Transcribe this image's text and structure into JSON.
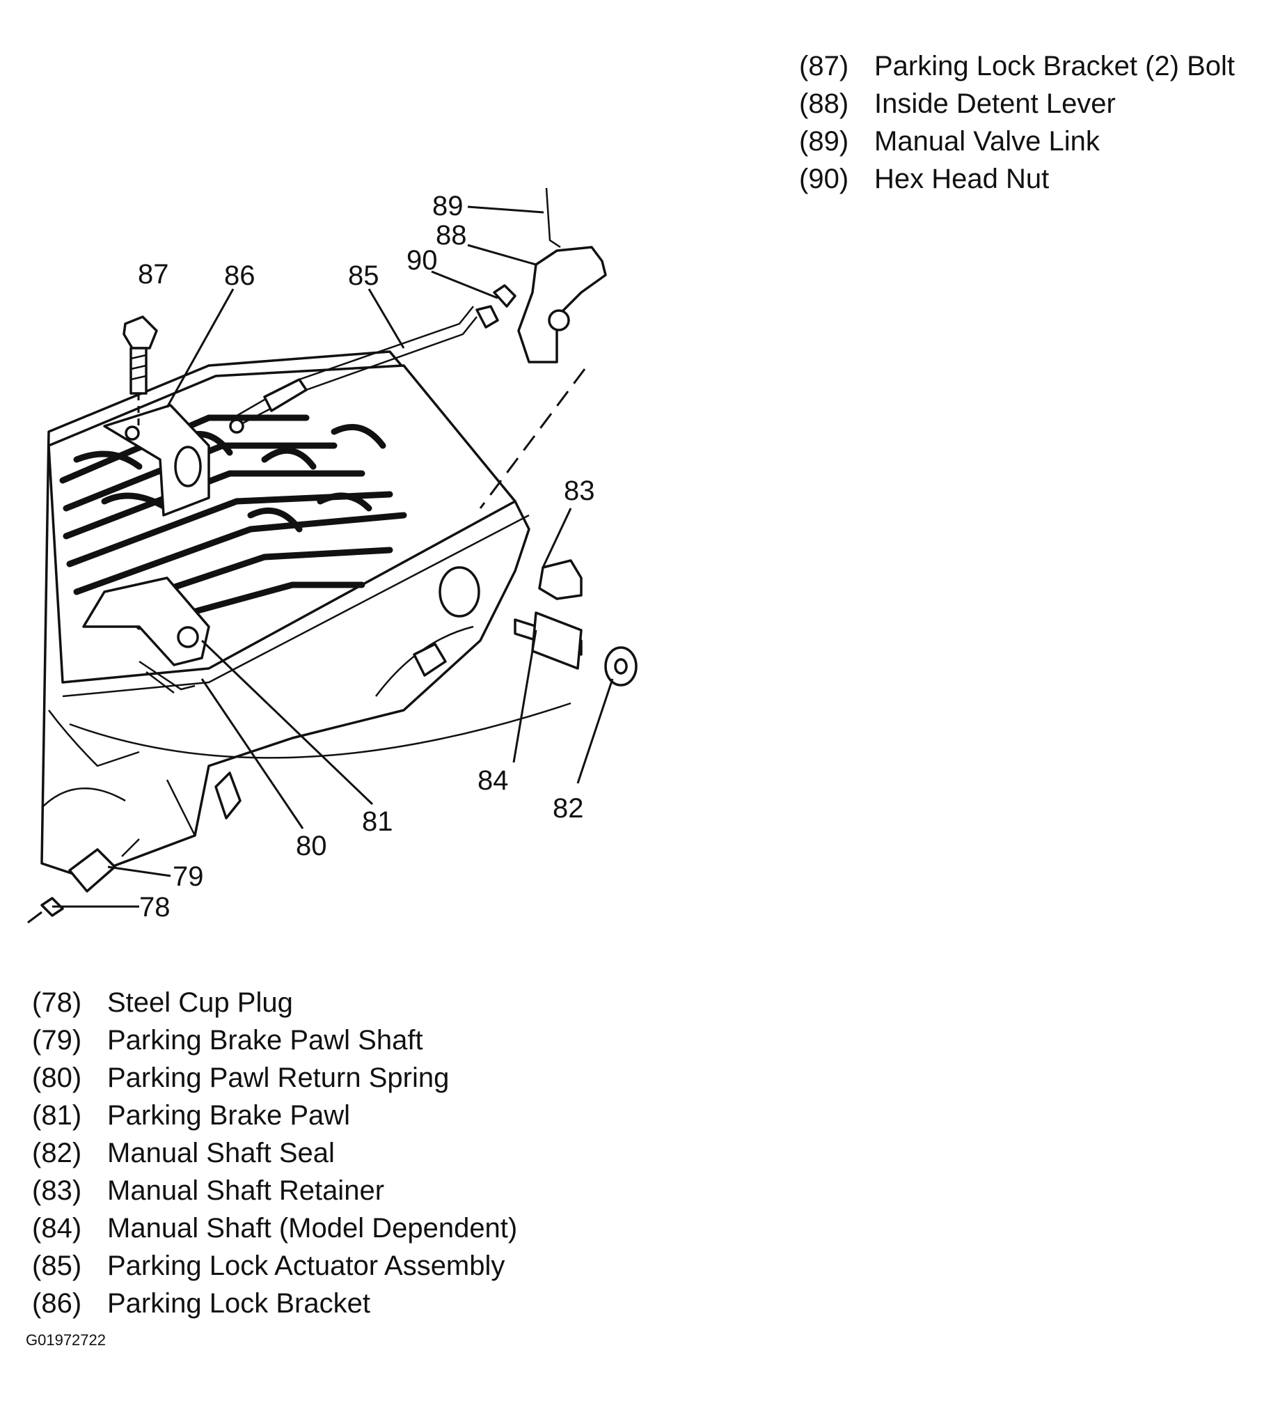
{
  "figure_id": "G01972722",
  "callouts": [
    "89",
    "88",
    "90",
    "87",
    "86",
    "85",
    "83",
    "84",
    "82",
    "81",
    "80",
    "79",
    "78"
  ],
  "legend_right": [
    {
      "num": "(87)",
      "text": "Parking Lock Bracket (2) Bolt"
    },
    {
      "num": "(88)",
      "text": "Inside Detent Lever"
    },
    {
      "num": "(89)",
      "text": "Manual Valve Link"
    },
    {
      "num": "(90)",
      "text": "Hex Head Nut"
    }
  ],
  "legend_left": [
    {
      "num": "(78)",
      "text": "Steel Cup Plug"
    },
    {
      "num": "(79)",
      "text": "Parking Brake Pawl Shaft"
    },
    {
      "num": "(80)",
      "text": "Parking Pawl Return Spring"
    },
    {
      "num": "(81)",
      "text": "Parking Brake Pawl"
    },
    {
      "num": "(82)",
      "text": "Manual Shaft Seal"
    },
    {
      "num": "(83)",
      "text": "Manual Shaft Retainer"
    },
    {
      "num": "(84)",
      "text": "Manual Shaft (Model Dependent)"
    },
    {
      "num": "(85)",
      "text": "Parking Lock Actuator Assembly"
    },
    {
      "num": "(86)",
      "text": "Parking Lock Bracket"
    }
  ]
}
